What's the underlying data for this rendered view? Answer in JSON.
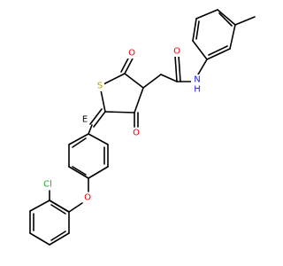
{
  "colors": {
    "carbon": "#000000",
    "oxygen": "#e8000b",
    "nitrogen": "#1a1ae6",
    "sulfur": "#b3a100",
    "chlorine": "#22aa22",
    "background": "#ffffff"
  },
  "atoms": {
    "s": {
      "label": "S",
      "element": "sulfur"
    },
    "o_c2": {
      "label": "O",
      "element": "oxygen"
    },
    "o_c4": {
      "label": "O",
      "element": "oxygen"
    },
    "o_amide": {
      "label": "O",
      "element": "oxygen"
    },
    "nh": {
      "label": "N",
      "element": "nitrogen"
    },
    "h_amide": {
      "label": "H",
      "element": "nitrogen"
    },
    "o_ether": {
      "label": "O",
      "element": "oxygen"
    },
    "cl": {
      "label": "Cl",
      "element": "chlorine"
    }
  },
  "stereo_label": {
    "label": "E"
  }
}
